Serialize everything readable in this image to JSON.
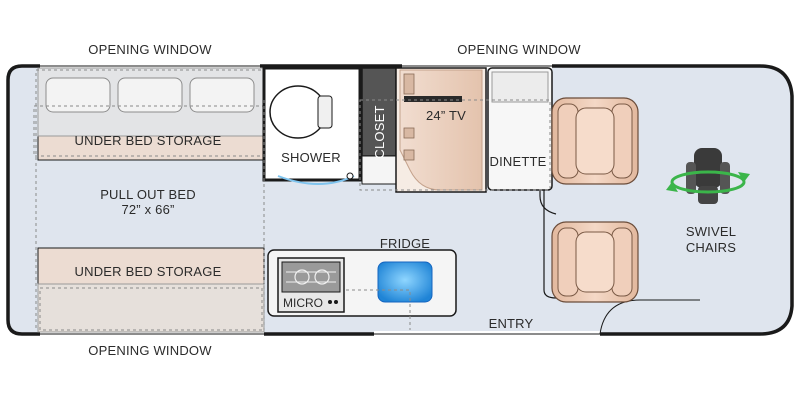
{
  "labels": {
    "window_top_left": "OPENING WINDOW",
    "window_top_right": "OPENING WINDOW",
    "window_bottom": "OPENING WINDOW",
    "under_bed_top": "UNDER BED STORAGE",
    "under_bed_bottom": "UNDER BED STORAGE",
    "pull_out_bed": "PULL OUT BED",
    "bed_size": "72” x 66”",
    "shower": "SHOWER",
    "closet": "CLOSET",
    "tv": "24” TV",
    "dinette": "DINETTE",
    "fridge": "FRIDGE",
    "micro": "MICRO",
    "entry": "ENTRY",
    "swivel": "SWIVEL",
    "chairs": "CHAIRS"
  },
  "colors": {
    "floor": "#dfe5ee",
    "outline": "#1a1a1a",
    "bed": "#ecdcd2",
    "chair": "#ecc9b4",
    "cabinet": "#f5f5f5",
    "closet": "#555555",
    "fridge": "#2f8fe0",
    "swivel_arrow": "#3bb54a"
  }
}
